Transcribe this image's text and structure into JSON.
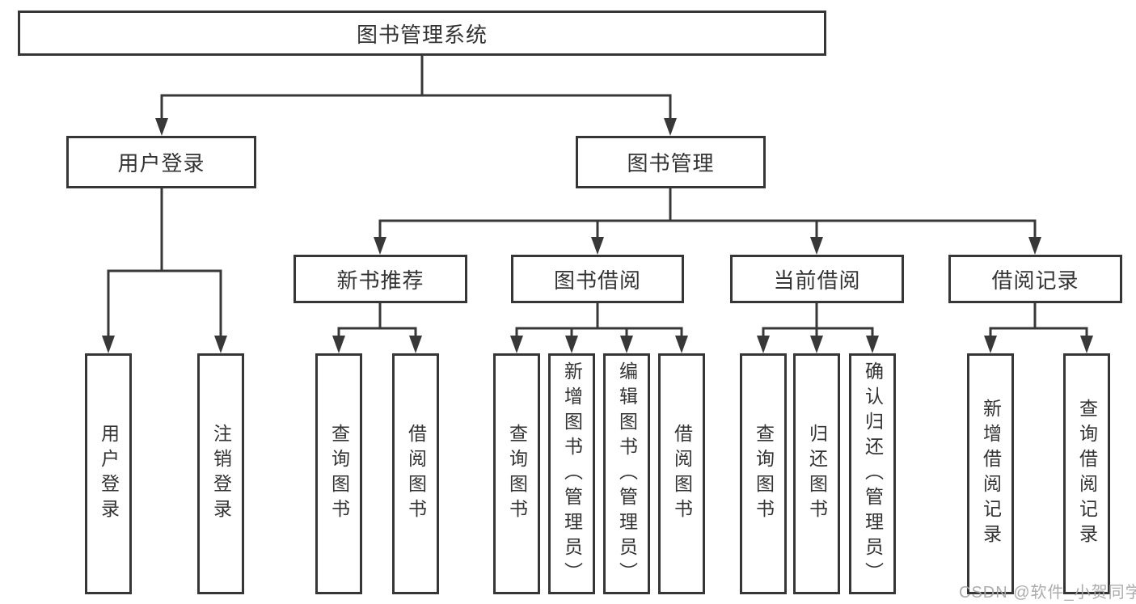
{
  "tree": {
    "label": "图书管理系统",
    "children": [
      {
        "label": "用户登录",
        "children": [
          {
            "label": "用户登录"
          },
          {
            "label": "注销登录"
          }
        ]
      },
      {
        "label": "图书管理",
        "children": [
          {
            "label": "新书推荐",
            "children": [
              {
                "label": "查询图书"
              },
              {
                "label": "借阅图书"
              }
            ]
          },
          {
            "label": "图书借阅",
            "children": [
              {
                "label": "查询图书"
              },
              {
                "label": "新增图书（管理员）"
              },
              {
                "label": "编辑图书（管理员）"
              },
              {
                "label": "借阅图书"
              }
            ]
          },
          {
            "label": "当前借阅",
            "children": [
              {
                "label": "查询图书"
              },
              {
                "label": "归还图书"
              },
              {
                "label": "确认归还（管理员）"
              }
            ]
          },
          {
            "label": "借阅记录",
            "children": [
              {
                "label": "新增借阅记录"
              },
              {
                "label": "查询借阅记录"
              }
            ]
          }
        ]
      }
    ]
  },
  "colors": {
    "line": "#383838",
    "border": "#363636",
    "text": "#333333",
    "watermark": "#a8a8aa"
  },
  "watermark": "CSDN @软件_小贺同学"
}
